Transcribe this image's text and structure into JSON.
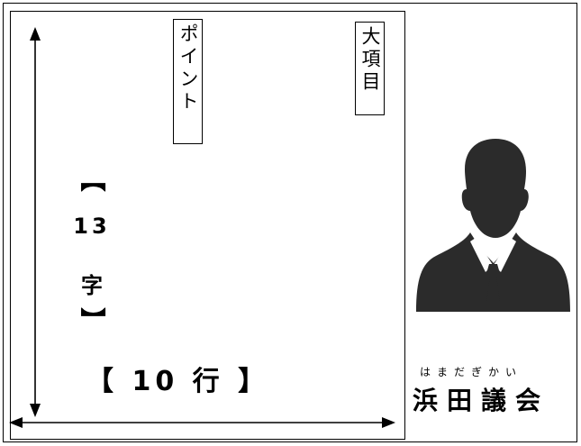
{
  "labels": {
    "major_item": "大項目",
    "point": "ポイント"
  },
  "char_count": {
    "bracket_open": "【",
    "number": "13",
    "unit": "字",
    "bracket_close": "】"
  },
  "line_count": "【 10 行 】",
  "brand": {
    "ruby": "はまだぎかい",
    "name": "浜田議会"
  },
  "icons": {
    "avatar": "person-silhouette-icon",
    "vertical_arrow": "vertical-double-arrow",
    "horizontal_arrow": "horizontal-double-arrow"
  }
}
